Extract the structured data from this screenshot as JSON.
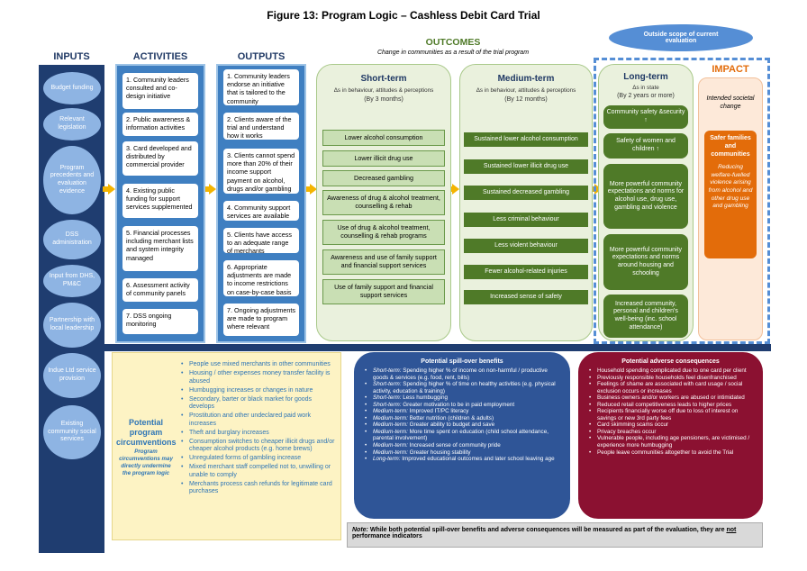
{
  "title": "Figure 13: Program Logic – Cashless Debit Card Trial",
  "headers": {
    "inputs": "INPUTS",
    "activities": "ACTIVITIES",
    "outputs": "OUTPUTS",
    "outcomes": "OUTCOMES",
    "outcomes_sub": "Change in communities as a result of the trial program",
    "impact": "IMPACT",
    "scope": "Outside scope of current evaluation"
  },
  "inputs": [
    "Budget funding",
    "Relevant legislation",
    "Program precedents and evaluation evidence",
    "DSS administration",
    "Input from DHS, PM&C",
    "Partnership with local leadership",
    "Indue Ltd service provision",
    "Existing community social services"
  ],
  "activities": [
    "1. Community leaders consulted and co-design initiative",
    "2. Public awareness & information activities",
    "3. Card developed and distributed by commercial provider",
    "4. Existing public funding for support services supplemented",
    "5. Financial processes including merchant lists and system integrity managed",
    "6. Assessment activity of community panels",
    "7. DSS ongoing monitoring"
  ],
  "outputs": [
    "1. Community leaders endorse an initiative that is tailored to the community",
    "2. Clients aware of the trial and understand how it works",
    "3. Clients cannot spend more than 20% of their income support payment on alcohol, drugs and/or gambling",
    "4. Community support services are available",
    "5. Clients have access to an adequate range of merchants",
    "6. Appropriate adjustments are made to income restrictions on case-by-case basis",
    "7. Ongoing adjustments are made to program where relevant"
  ],
  "short_term": {
    "title": "Short-term",
    "sub": "Δs in behaviour, attitudes & perceptions",
    "period": "(By 3 months)",
    "items": [
      "Lower alcohol consumption",
      "Lower illicit drug use",
      "Decreased gambling",
      "Awareness of drug & alcohol treatment, counselling & rehab",
      "Use of drug & alcohol treatment, counselling & rehab programs",
      "Awareness and use of family support and financial support services",
      "Use of family support and financial support services"
    ]
  },
  "medium_term": {
    "title": "Medium-term",
    "sub": "Δs in behaviour, attitudes & perceptions",
    "period": "(By 12 months)",
    "items": [
      "Sustained lower alcohol consumption",
      "Sustained lower illicit drug use",
      "Sustained decreased gambling",
      "Less criminal behaviour",
      "Less violent behaviour",
      "Fewer alcohol-related injuries",
      "Increased sense of safety"
    ]
  },
  "long_term": {
    "title": "Long-term",
    "sub": "Δs in state",
    "period": "(By 2 years or more)",
    "items": [
      "Community safety &security ↑",
      "Safety of women and children ↑",
      "More powerful community expectations and norms for alcohol use, drug use, gambling and violence",
      "More powerful community expectations and norms around housing and schooling",
      "Increased community, personal and children's well-being (inc. school attendance)"
    ]
  },
  "impact": {
    "intended": "Intended societal change",
    "box_title": "Safer families and communities",
    "box_text": "Reducing welfare-fuelled violence arising from alcohol and other drug use and gambling"
  },
  "circumventions": {
    "title": "Potential program circumventions",
    "sub": "Program circumventions may directly undermine the program logic",
    "items": [
      "People use mixed merchants in other communities",
      "Housing / other expenses money transfer facility is abused",
      "Humbugging increases or changes in nature",
      "Secondary, barter or black market for goods develops",
      "Prostitution and other undeclared paid work increases",
      "Theft and burglary increases",
      "Consumption switches to cheaper illicit drugs and/or cheaper alcohol products (e.g. home brews)",
      "Unregulated forms of gambling increase",
      "Mixed merchant staff compelled not to, unwilling or unable to comply",
      "Merchants process cash refunds for legitimate card purchases"
    ]
  },
  "spillover": {
    "title": "Potential spill-over benefits",
    "items": [
      {
        "term": "Short-term:",
        "text": "Spending higher % of income on non-harmful / productive goods & services (e.g. food, rent, bills)"
      },
      {
        "term": "Short-term:",
        "text": "Spending higher % of time on healthy activities (e.g. physical activity, education & training)"
      },
      {
        "term": "Short-term:",
        "text": "Less humbugging"
      },
      {
        "term": "Short-term:",
        "text": "Greater motivation to be in paid employment"
      },
      {
        "term": "Medium-term:",
        "text": "Improved IT/PC literacy"
      },
      {
        "term": "Medium-term:",
        "text": "Better nutrition (children & adults)"
      },
      {
        "term": "Medium-term:",
        "text": "Greater ability to budget and save"
      },
      {
        "term": "Medium-term:",
        "text": "More time spent on education (child school attendance, parental involvement)"
      },
      {
        "term": "Medium-term:",
        "text": "Increased sense of community pride"
      },
      {
        "term": "Medium-term:",
        "text": "Greater housing stability"
      },
      {
        "term": "Long-term:",
        "text": "Improved educational outcomes and later school leaving age"
      }
    ]
  },
  "adverse": {
    "title": "Potential adverse consequences",
    "items": [
      "Household spending complicated due to one card per client",
      "Previously responsible households feel disenfranchised",
      "Feelings of shame are associated with card usage / social exclusion occurs or increases",
      "Business owners and/or workers are abused or intimidated",
      "Reduced retail competitiveness leads to higher prices",
      "Recipients financially worse off due to loss of interest on savings or new 3rd party fees",
      "Card skimming scams occur",
      "Privacy breaches occur",
      "Vulnerable people, including age pensioners, are victimised / experience more humbugging",
      "People leave communities altogether to avoid the Trial"
    ]
  },
  "note": {
    "label": "Note:",
    "text": " While both potential spill-over benefits and adverse consequences will be measured as part of the evaluation, they are ",
    "emph": "not",
    "tail": " performance indicators"
  },
  "colors": {
    "navy": "#1f3d70",
    "column_blue": "#3f7fc1",
    "light_green": "#eaf1dd",
    "dark_green": "#4f7a28",
    "impact_orange": "#e36c0a",
    "spill_blue": "#2f5597",
    "adverse_red": "#8b1131",
    "arrow_yellow": "#f4b400"
  }
}
